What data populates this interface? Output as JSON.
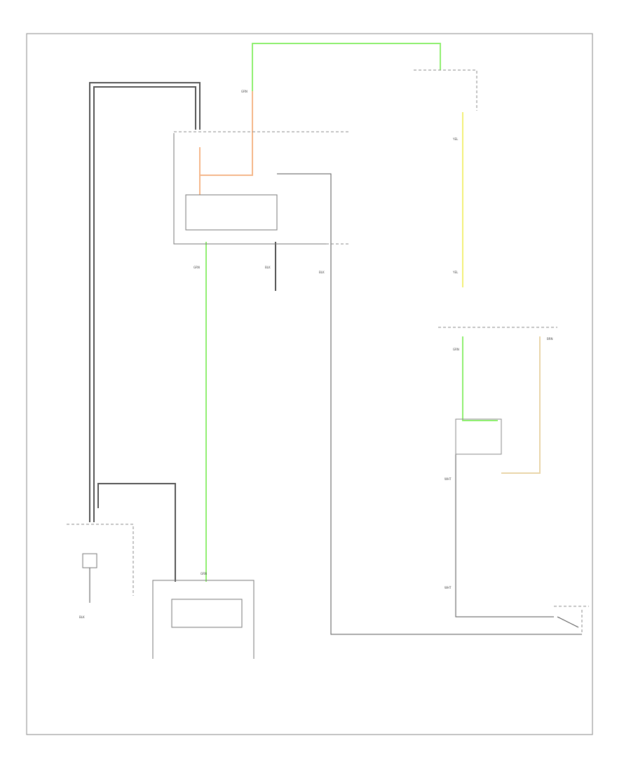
{
  "wire_colors": {
    "black": "#555555",
    "green": "#8fef70",
    "yellow": "#f3f078",
    "orange": "#f5b78a",
    "tan": "#e9d5a8",
    "white": "#e8e8e8"
  },
  "footer": {
    "code": ""
  },
  "labels": {
    "grn": "GRN",
    "blk": "BLK",
    "yel": "YEL",
    "brn": "BRN",
    "wht": "WHT"
  }
}
